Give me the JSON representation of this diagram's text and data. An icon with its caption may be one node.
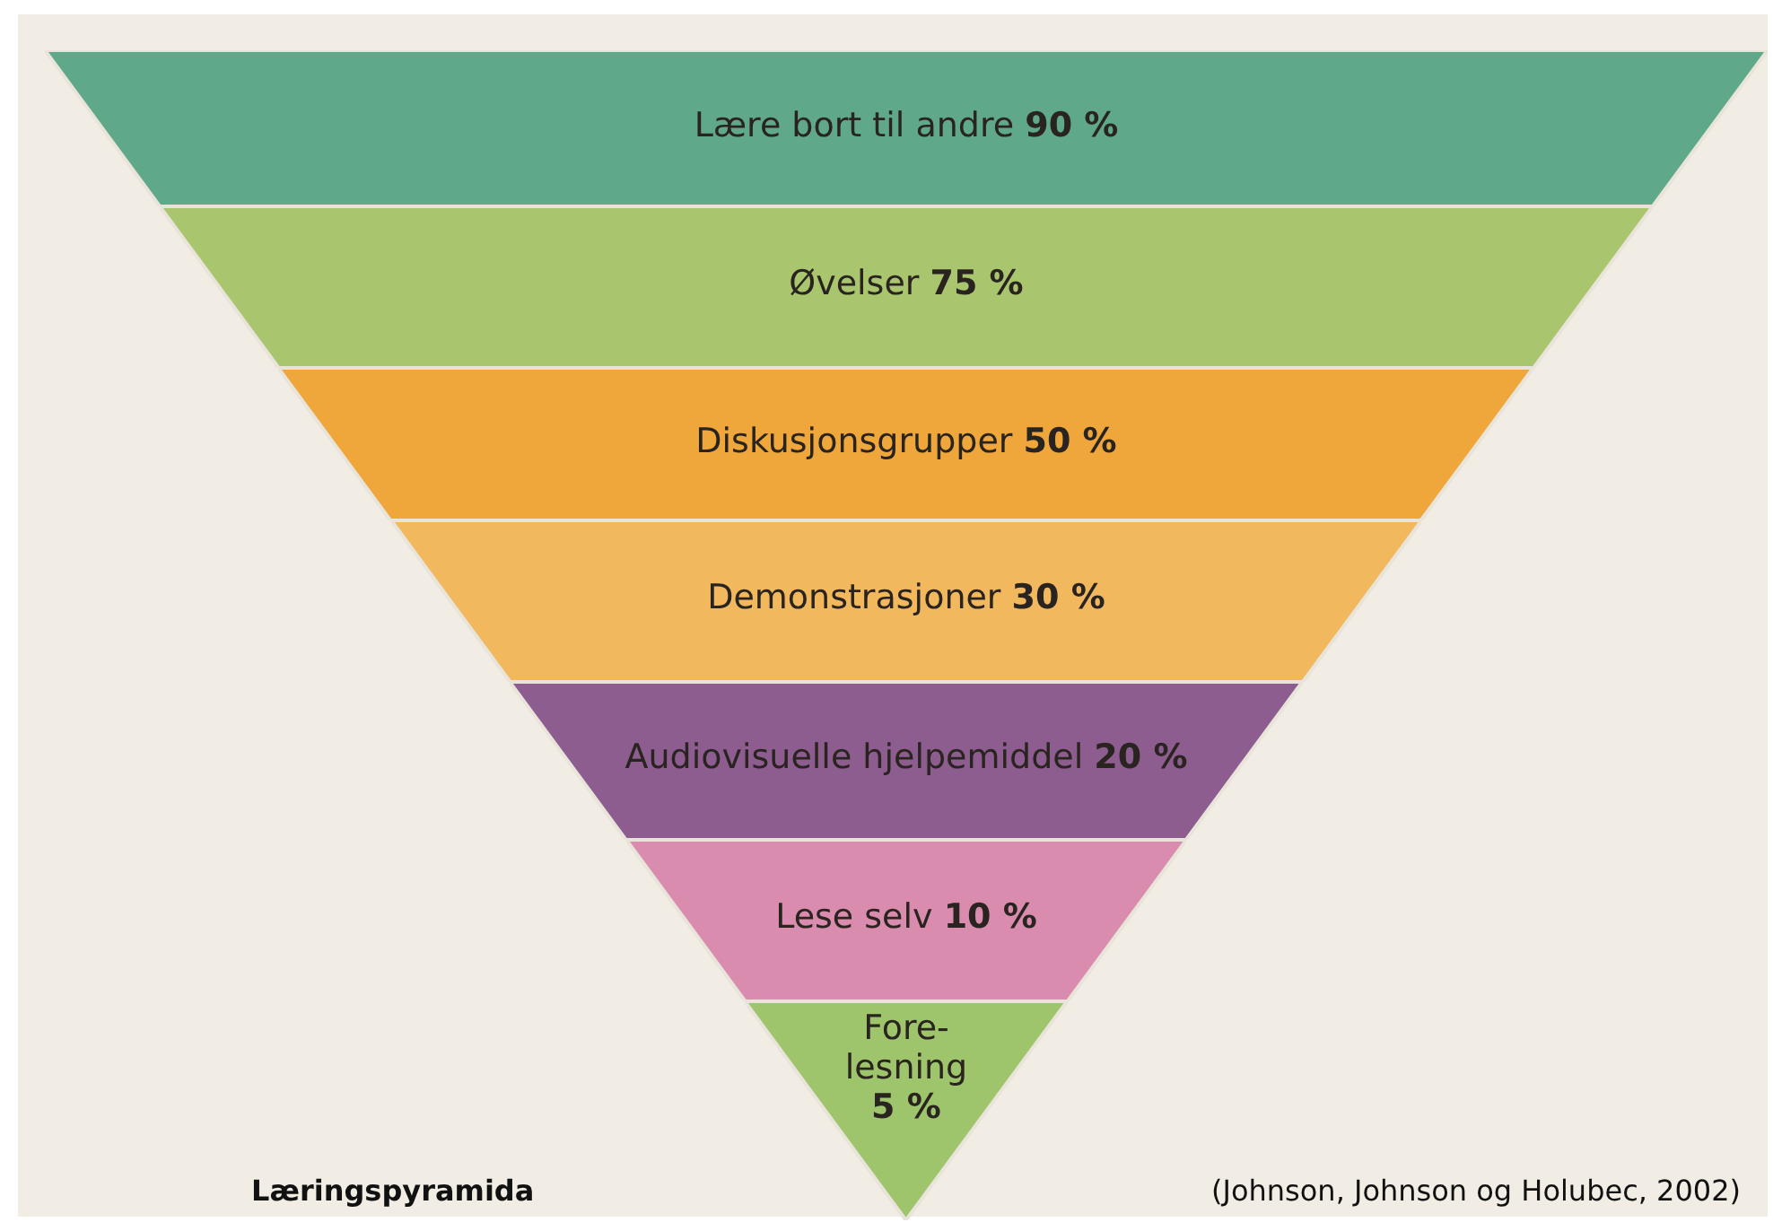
{
  "diagram": {
    "caption": "Læringspyramida",
    "nodes": [
      {
        "text": [
          "Lære bort til andre **90 %**"
        ]
      },
      {
        "text": [
          "Øvelser **75 %**"
        ]
      },
      {
        "text": [
          "Diskusjonsgrupper **50 %**"
        ]
      },
      {
        "text": [
          "Demonstrasjoner **30 %**"
        ]
      },
      {
        "text": [
          "Audiovisuelle hjelpemiddel **20 %**"
        ]
      },
      {
        "text": [
          "Lese selv **10 %**"
        ]
      },
      {
        "text": [
          "Fore- lesning **5 %**"
        ]
      }
    ],
    "labels": [
      "(Johnson, Johnson og Holubec, 2002)"
    ]
  }
}
